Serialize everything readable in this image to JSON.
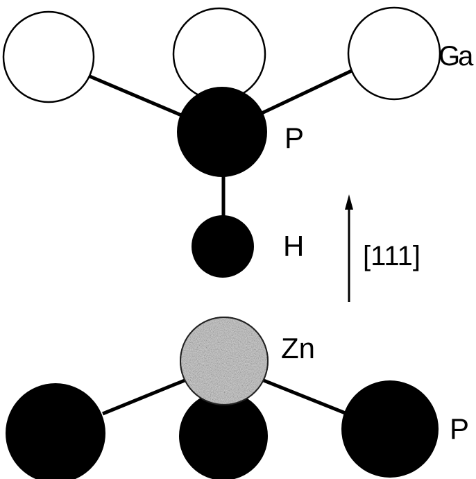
{
  "labels": {
    "ga": "Ga",
    "p_top": "P",
    "h": "H",
    "direction": "[111]",
    "zn": "Zn",
    "p_bottom": "P"
  },
  "colors": {
    "ga_fill": "#ffffff",
    "p_fill": "#000000",
    "h_fill": "#000000",
    "zn_fill": "#b8b8b8",
    "bond": "#000000",
    "background": "#ffffff"
  },
  "atoms": [
    {
      "element": "Ga"
    },
    {
      "element": "Ga"
    },
    {
      "element": "Ga"
    },
    {
      "element": "P"
    },
    {
      "element": "H"
    },
    {
      "element": "Zn"
    },
    {
      "element": "P"
    },
    {
      "element": "P"
    },
    {
      "element": "P"
    }
  ]
}
